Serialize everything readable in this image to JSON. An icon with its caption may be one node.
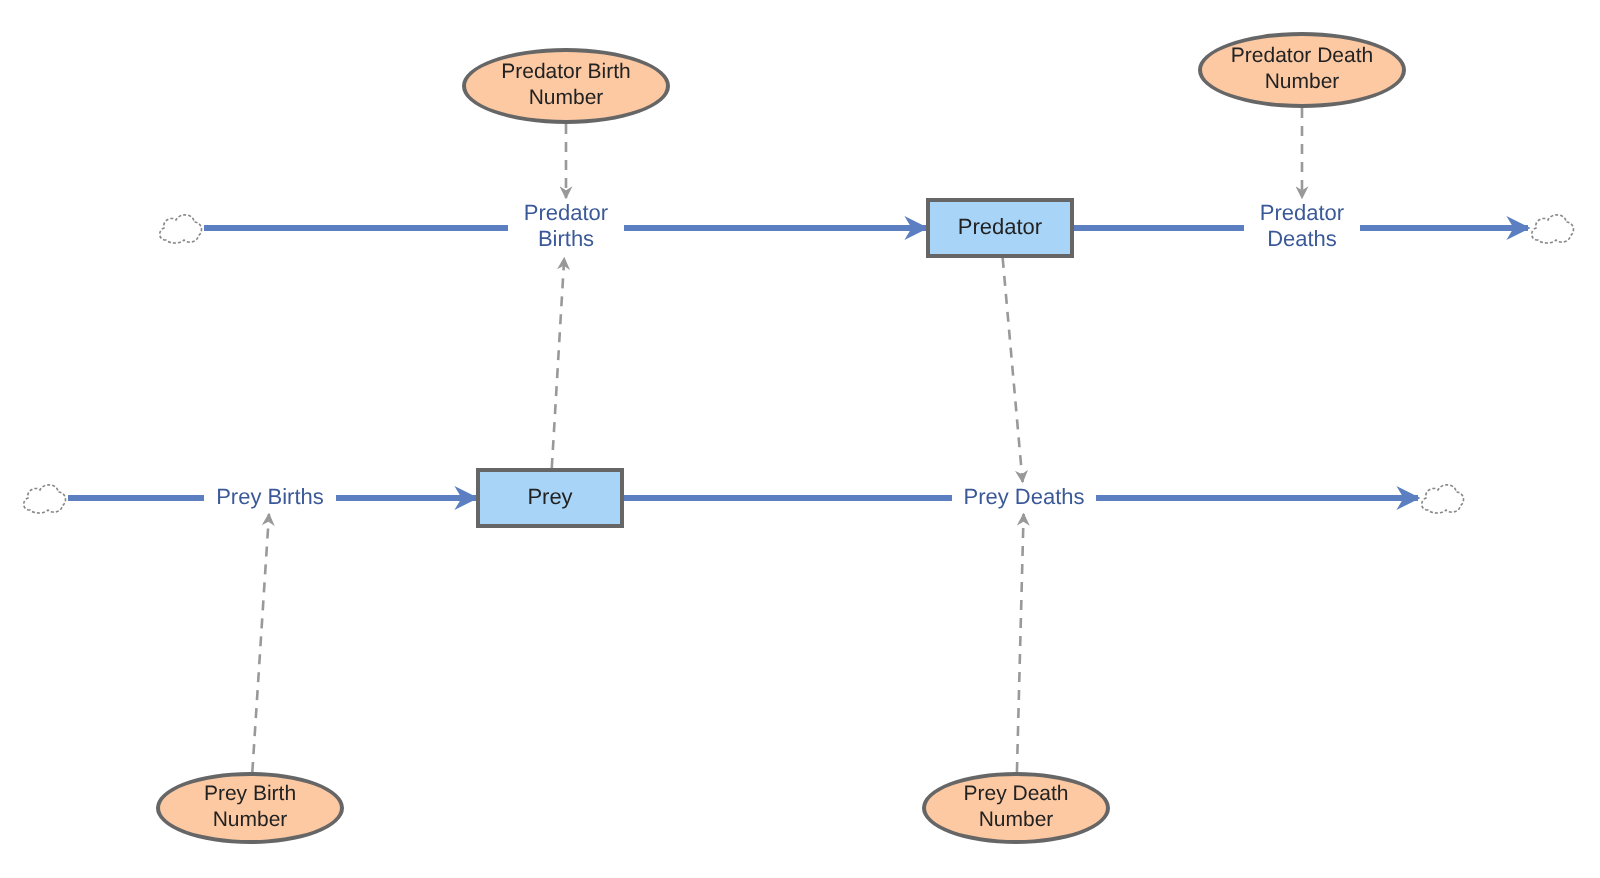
{
  "diagram": {
    "nodes": [
      {
        "text": [
          "Predator Birth Number"
        ]
      },
      {
        "text": [
          "Predator Death Number"
        ]
      },
      {
        "text": [],
        "shape": "cloud"
      },
      {
        "text": [
          "Predator Births"
        ]
      },
      {
        "text": [
          "Predator"
        ]
      },
      {
        "text": [
          "Predator Deaths"
        ]
      },
      {
        "text": [],
        "shape": "cloud"
      },
      {
        "text": [],
        "shape": "cloud"
      },
      {
        "text": [
          "Prey Births"
        ]
      },
      {
        "text": [
          "Prey"
        ]
      },
      {
        "text": [
          "Prey Deaths"
        ]
      },
      {
        "text": [],
        "shape": "cloud"
      },
      {
        "text": [
          "Prey Birth Number"
        ]
      },
      {
        "text": [
          "Prey Death Number"
        ]
      }
    ],
    "edges": [
      {
        "from": 2,
        "to": 3,
        "arrow": "none"
      },
      {
        "from": 3,
        "to": 4,
        "arrow": "to"
      },
      {
        "from": 4,
        "to": 5,
        "arrow": "none"
      },
      {
        "from": 5,
        "to": 6,
        "arrow": "to"
      },
      {
        "from": 7,
        "to": 8,
        "arrow": "none"
      },
      {
        "from": 8,
        "to": 9,
        "arrow": "to"
      },
      {
        "from": 9,
        "to": 10,
        "arrow": "none"
      },
      {
        "from": 10,
        "to": 11,
        "arrow": "to"
      },
      {
        "from": 0,
        "to": 3,
        "arrow": "to",
        "style": "dashed",
        "color": "#999999"
      },
      {
        "from": 9,
        "to": 3,
        "arrow": "to",
        "style": "dashed",
        "color": "#999999"
      },
      {
        "from": 1,
        "to": 5,
        "arrow": "to",
        "style": "dashed",
        "color": "#999999"
      },
      {
        "from": 4,
        "to": 10,
        "arrow": "to",
        "style": "dashed",
        "color": "#999999"
      },
      {
        "from": 12,
        "to": 8,
        "arrow": "to",
        "style": "dashed",
        "color": "#999999"
      },
      {
        "from": 13,
        "to": 10,
        "arrow": "to",
        "style": "dashed",
        "color": "#999999"
      }
    ]
  }
}
